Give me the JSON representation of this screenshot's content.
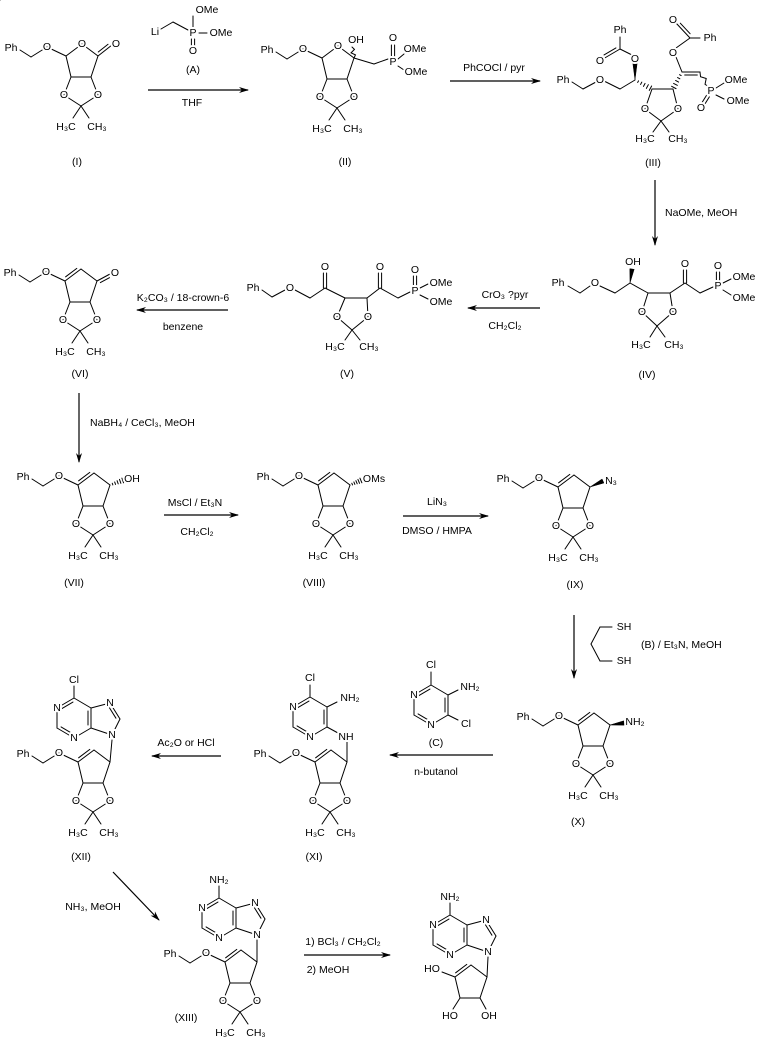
{
  "atoms": {
    "O": "O",
    "Ph": "Ph",
    "H3C": "H₃C",
    "CH3": "CH₃",
    "N": "N",
    "Cl": "Cl",
    "OMe": "OMe",
    "P": "P",
    "OH": "OH",
    "HO": "HO",
    "NH2": "NH₂",
    "NH": "NH",
    "N3": "N₃",
    "OMs": "OMs",
    "Li": "Li",
    "SH": "SH"
  },
  "labels": {
    "I": "(I)",
    "II": "(II)",
    "III": "(III)",
    "IV": "(IV)",
    "V": "(V)",
    "VI": "(VI)",
    "VII": "(VII)",
    "VIII": "(VIII)",
    "IX": "(IX)",
    "X": "(X)",
    "XI": "(XI)",
    "XII": "(XII)",
    "XIII": "(XIII)",
    "A": "(A)",
    "C": "(C)"
  },
  "reagents": {
    "step1_below": "THF",
    "step2_above": "PhCOCl / pyr",
    "step3": "NaOMe, MeOH",
    "step4_above": "CrO₃ ?pyr",
    "step4_below": "CH₂Cl₂",
    "step5_above": "K₂CO₃ / 18-crown-6",
    "step5_below": "benzene",
    "step6": "NaBH₄ / CeCl₃, MeOH",
    "step7_above": "MsCl / Et₃N",
    "step7_below": "CH₂Cl₂",
    "step8_above": "LiN₃",
    "step8_below": "DMSO / HMPA",
    "step9": "(B)  / Et₃N, MeOH",
    "step10_below": "n-butanol",
    "step11_above": "Ac₂O or HCl",
    "step12": "NH₃, MeOH",
    "step13_above": "1) BCl₃ / CH₂Cl₂",
    "step13_below": "2) MeOH"
  }
}
